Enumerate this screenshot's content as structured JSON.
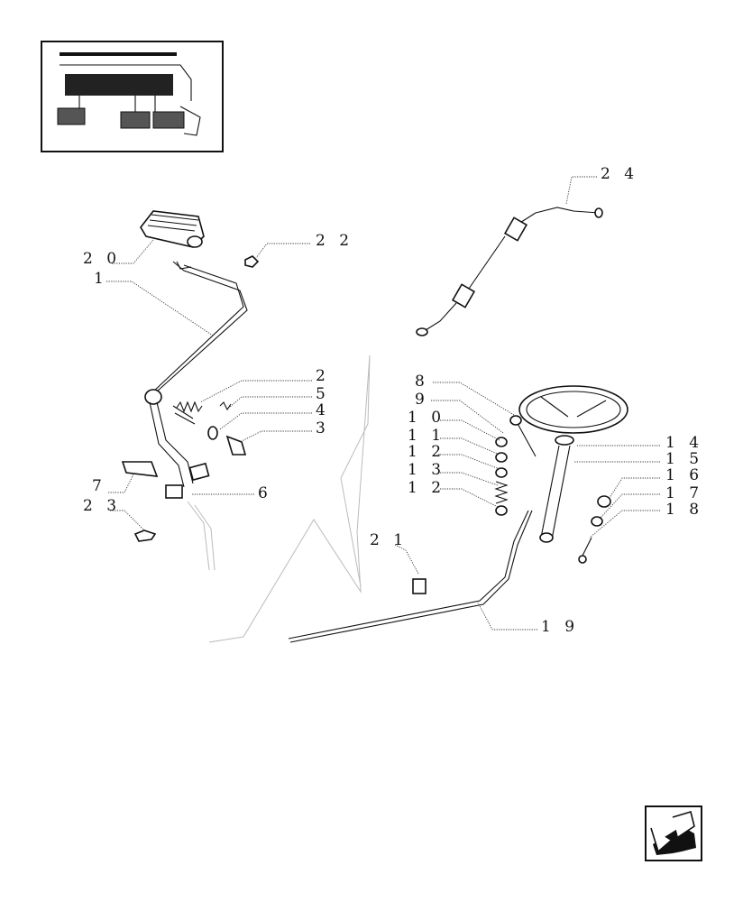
{
  "callouts": {
    "c1": "1",
    "c2": "2",
    "c3": "3",
    "c4": "4",
    "c5": "5",
    "c6": "6",
    "c7": "7",
    "c8": "8",
    "c9": "9",
    "c10": "1 0",
    "c11": "1 1",
    "c12a": "1 2",
    "c13": "1 3",
    "c12b": "1 2",
    "c14": "1 4",
    "c15": "1 5",
    "c16": "1 6",
    "c17": "1 7",
    "c18": "1 8",
    "c19": "1 9",
    "c20": "2 0",
    "c21": "2 1",
    "c22": "2 2",
    "c23": "2 3",
    "c24": "2 4"
  },
  "icons": {
    "thumbnail": "tractor-pedals-thumbnail-icon",
    "nav": "return-arrow-icon"
  }
}
